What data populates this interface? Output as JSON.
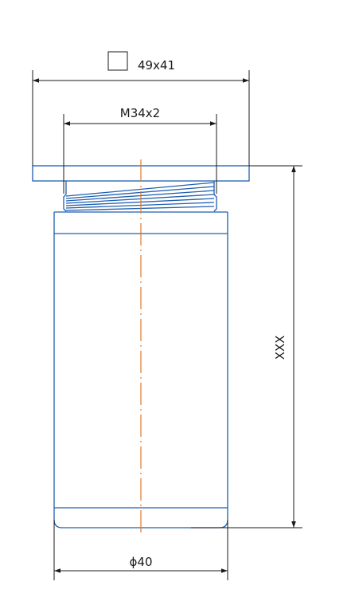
{
  "dimensions": {
    "square_size": "49x41",
    "thread": "M34x2",
    "height": "XXX",
    "diameter": "ϕ40"
  },
  "colors": {
    "object_line": "#1f5fb0",
    "dimension_line": "#1a1a1a",
    "center_line": "#e07a2a"
  }
}
